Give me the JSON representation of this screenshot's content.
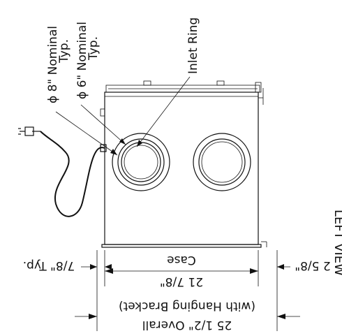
{
  "labels": {
    "nominal_8": "ϕ 8\" Nominal",
    "nominal_8_typ": "Typ.",
    "nominal_6": "ϕ 6\" Nominal",
    "nominal_6_typ": "Typ.",
    "inlet_ring": "Inlet Ring",
    "view_title": "LEFT VIEW",
    "dim_case_value": "21 7/8\"",
    "dim_case_label": "Case",
    "dim_overall_value": "25 1/2\" Overall",
    "dim_overall_label": "(with Hanging Bracket)",
    "dim_left": "7/8\" Typ.",
    "dim_right": "2 5/8\""
  }
}
